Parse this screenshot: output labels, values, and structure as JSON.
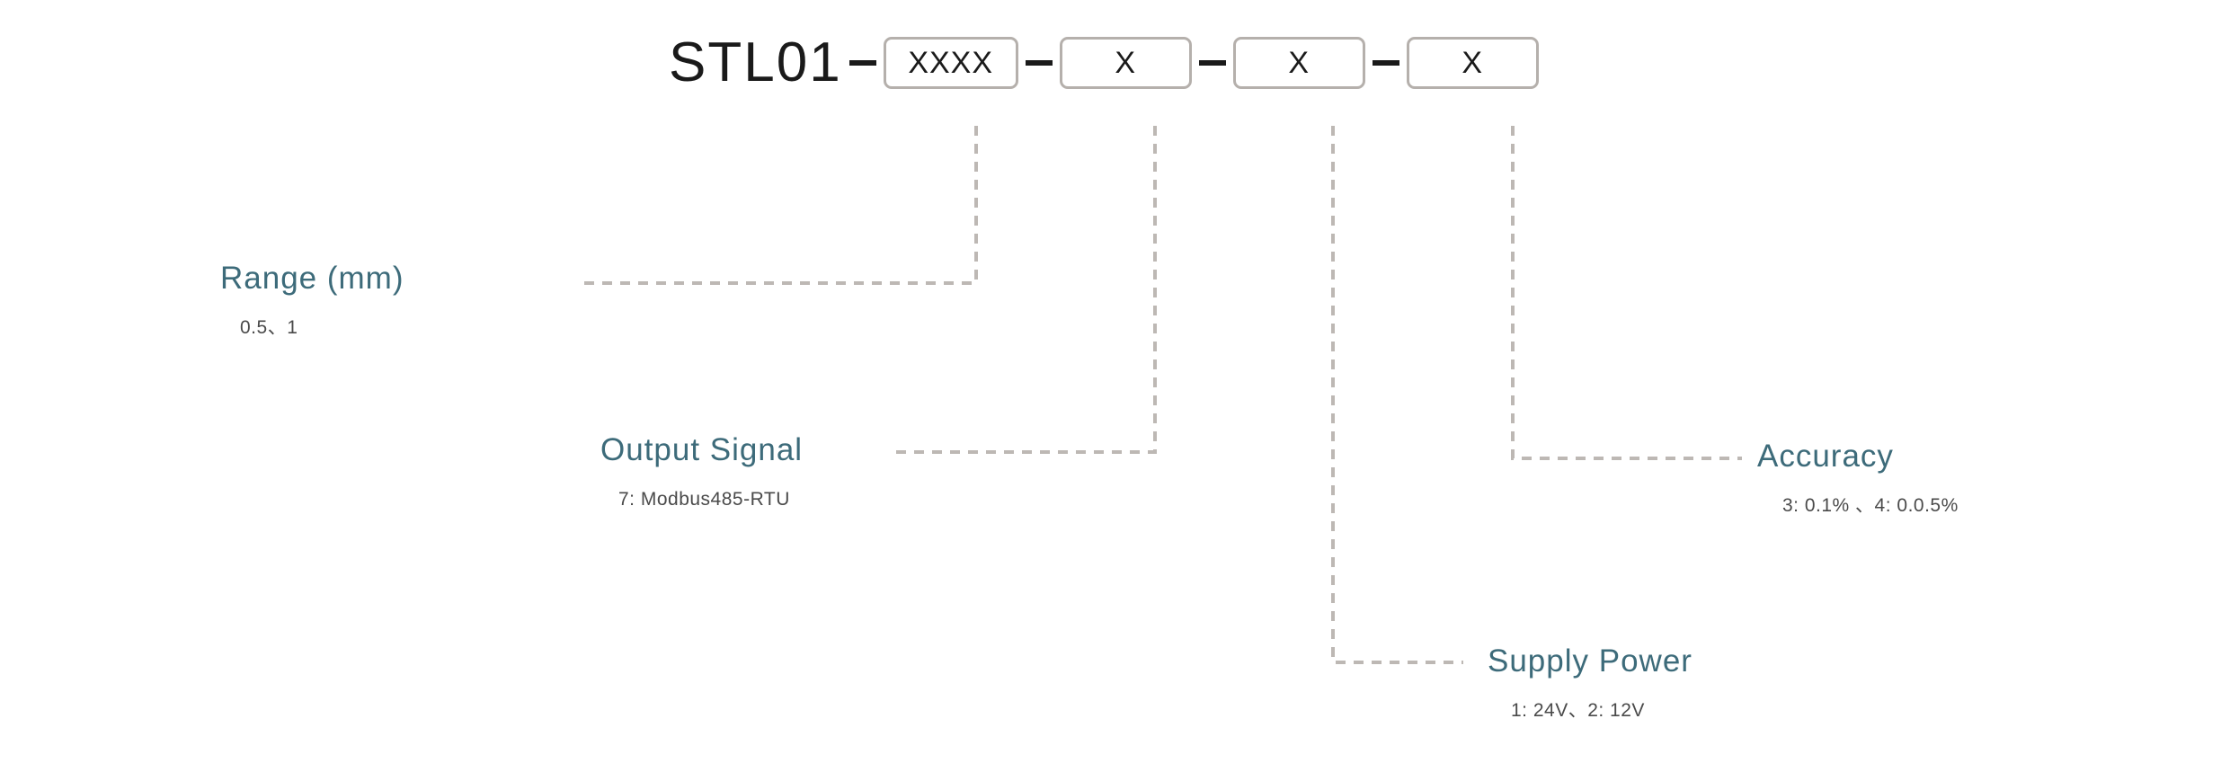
{
  "model_code": {
    "prefix": "STL01",
    "separator": "—",
    "segments": [
      {
        "id": "range",
        "value": "XXXX"
      },
      {
        "id": "output",
        "value": "X"
      },
      {
        "id": "supply_power",
        "value": "X"
      },
      {
        "id": "accuracy",
        "value": "X"
      }
    ]
  },
  "annotations": [
    {
      "id": "range",
      "title": "Range (mm)",
      "options": "0.5、1"
    },
    {
      "id": "output_signal",
      "title": "Output Signal",
      "options": "7: Modbus485-RTU"
    },
    {
      "id": "accuracy",
      "title": "Accuracy",
      "options": "3: 0.1% 、4: 0.0.5%"
    },
    {
      "id": "supply_power",
      "title": "Supply Power",
      "options": "1: 24V、2: 12V"
    }
  ],
  "colors": {
    "title_teal": "#3d6b7a",
    "sub_gray": "#4a4a4a",
    "code_dark": "#1a1a1a",
    "box_border": "#b5b0ac",
    "leader_line": "#bdb8b4",
    "background": "#ffffff"
  }
}
